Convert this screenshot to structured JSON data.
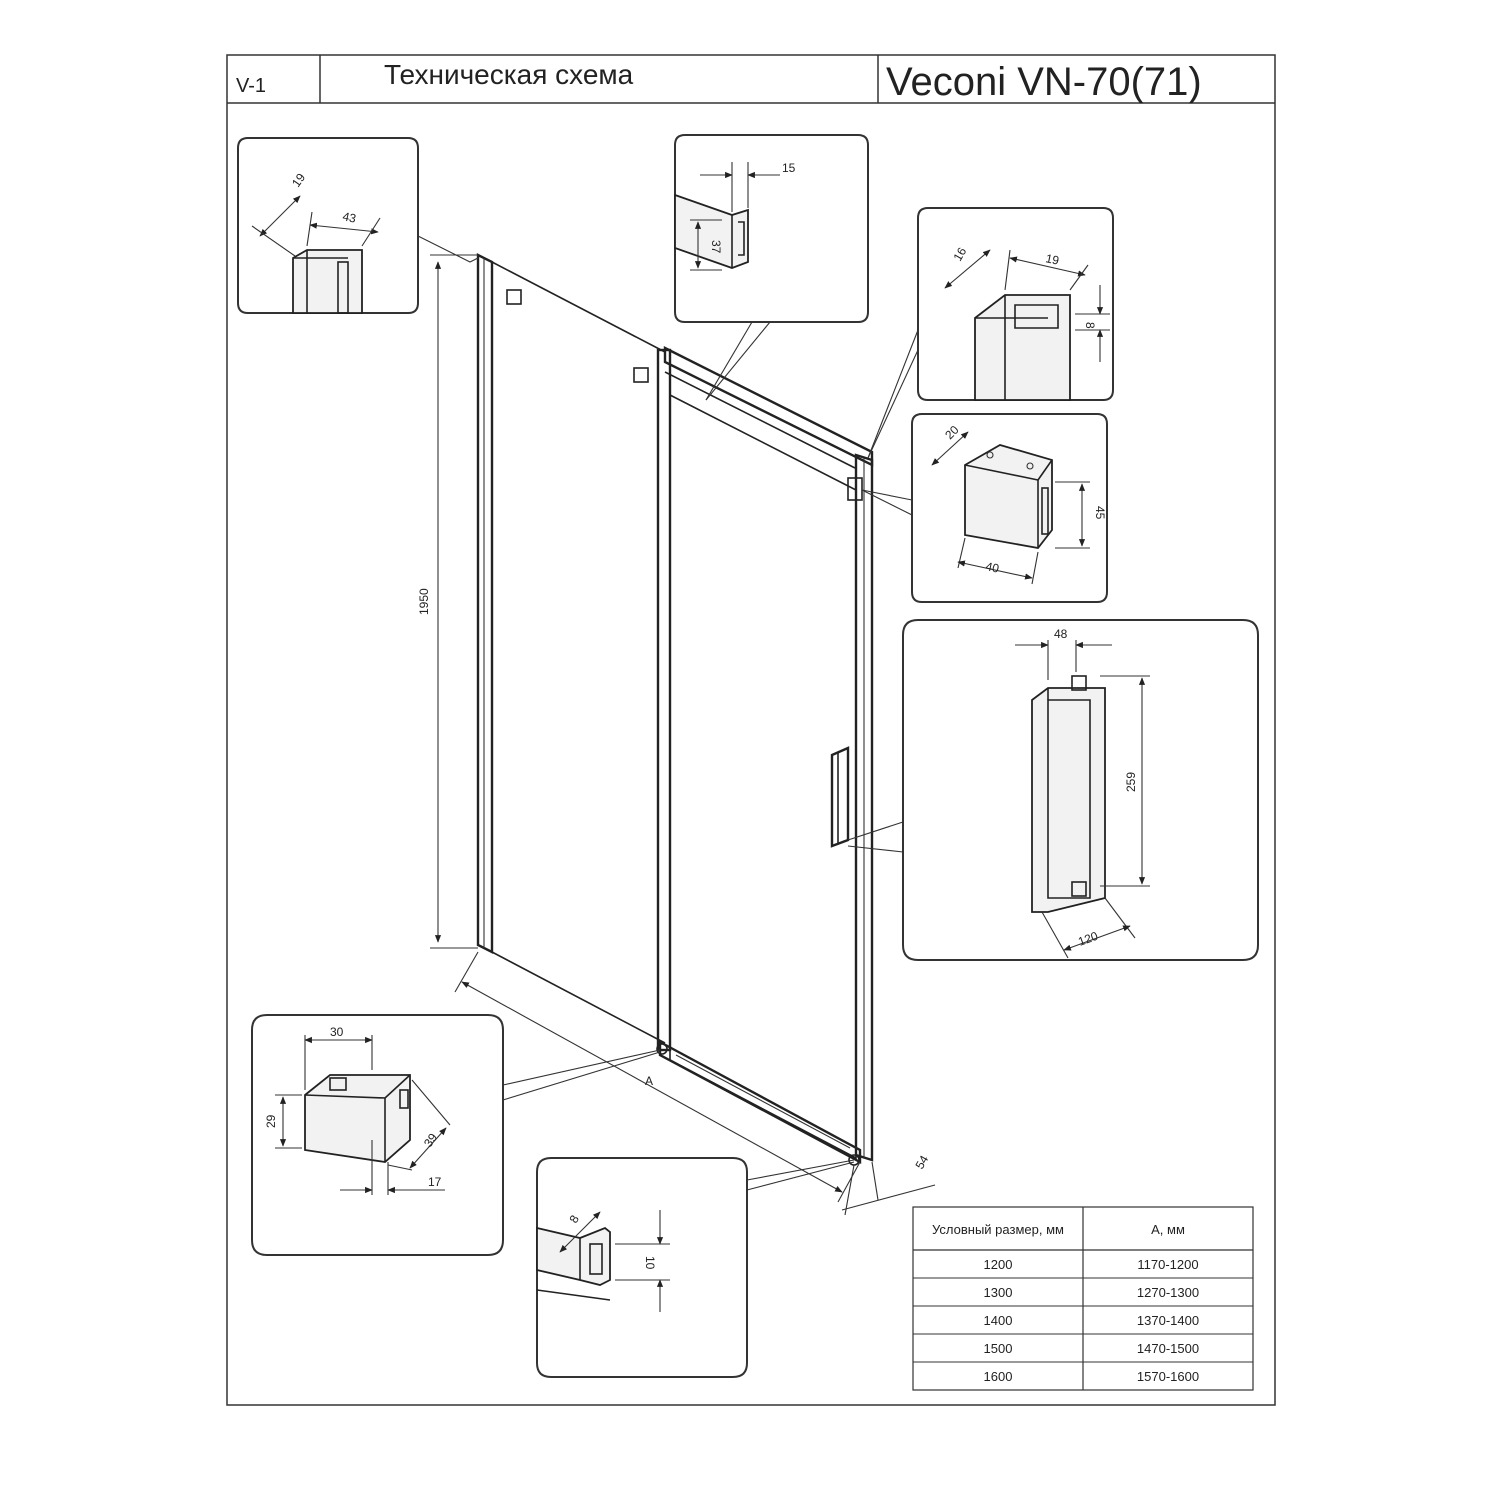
{
  "header": {
    "version": "V-1",
    "title": "Техническая схема",
    "model": "Veconi VN-70(71)"
  },
  "dimensions": {
    "height": "1950",
    "width_label": "A",
    "bottom_offset": "54",
    "wall_profile": {
      "d1": "19",
      "d2": "43"
    },
    "top_rail": {
      "d1": "15",
      "d2": "37"
    },
    "corner_profile": {
      "d1": "16",
      "d2": "19",
      "d3": "8"
    },
    "bracket": {
      "d1": "20",
      "d2": "45",
      "d3": "40"
    },
    "handle": {
      "d1": "48",
      "d2": "259",
      "d3": "120"
    },
    "bottom_guide": {
      "d1": "30",
      "d2": "29",
      "d3": "39",
      "d4": "17"
    },
    "threshold": {
      "d1": "8",
      "d2": "10"
    }
  },
  "size_table": {
    "headers": [
      "Условный размер, мм",
      "А, мм"
    ],
    "rows": [
      [
        "1200",
        "1170-1200"
      ],
      [
        "1300",
        "1270-1300"
      ],
      [
        "1400",
        "1370-1400"
      ],
      [
        "1500",
        "1470-1500"
      ],
      [
        "1600",
        "1570-1600"
      ]
    ]
  }
}
